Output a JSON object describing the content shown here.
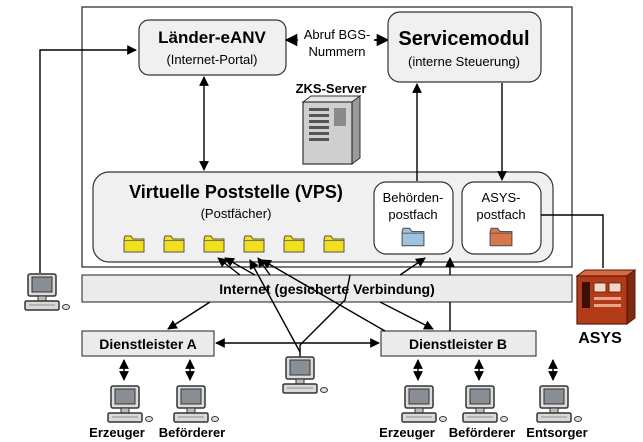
{
  "diagram": {
    "laender": {
      "title": "Länder-eANV",
      "subtitle": "(Internet-Portal)"
    },
    "abruf": {
      "line1": "Abruf BGS-",
      "line2": "Nummern"
    },
    "service": {
      "title": "Servicemodul",
      "subtitle": "(interne Steuerung)"
    },
    "zks": {
      "label": "ZKS-Server"
    },
    "vps": {
      "title": "Virtuelle Poststelle (VPS)",
      "subtitle": "(Postfächer)"
    },
    "behoerden": {
      "line1": "Behörden-",
      "line2": "postfach"
    },
    "asys_postfach": {
      "line1": "ASYS-",
      "line2": "postfach"
    },
    "internet": {
      "label": "Internet (gesicherte Verbindung)"
    },
    "asys": {
      "label": "ASYS"
    },
    "dl_a": {
      "label": "Dienstleister A"
    },
    "dl_b": {
      "label": "Dienstleister B"
    },
    "actors": {
      "a_erzeuger": "Erzeuger",
      "a_befoerderer": "Beförderer",
      "b_erzeuger": "Erzeuger",
      "b_befoerderer": "Beförderer",
      "b_entsorger": "Entsorger"
    }
  },
  "colors": {
    "folder_yellow": "#f2e01e",
    "folder_blue": "#9fc3de",
    "folder_orange": "#d9764a",
    "asys_red": "#b23c1a",
    "box_fill": "#f0f0f0",
    "strip_fill": "#ebebeb"
  }
}
